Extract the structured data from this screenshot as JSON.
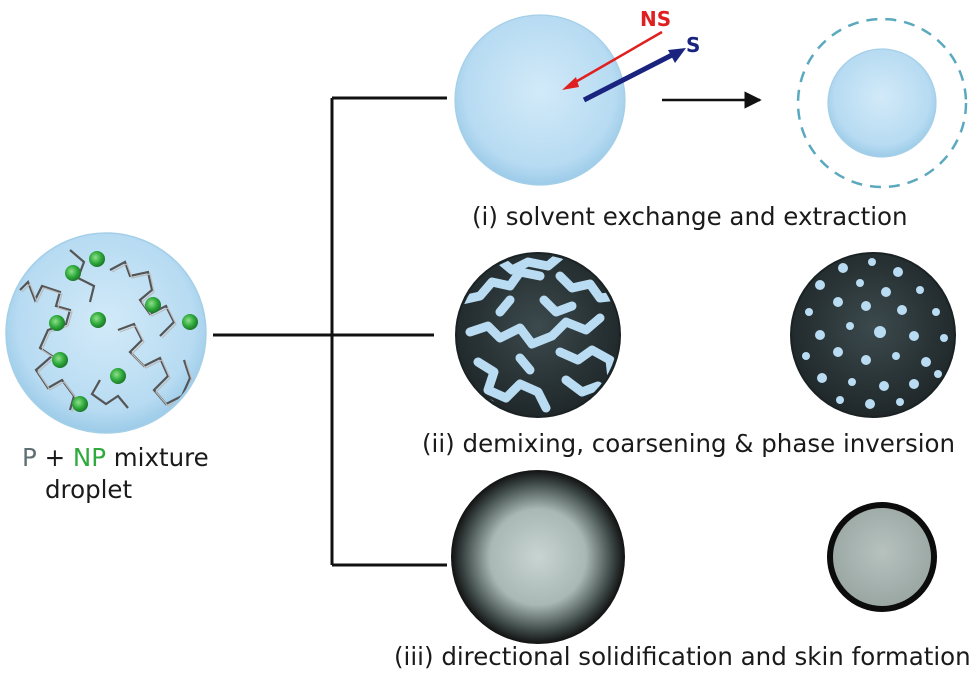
{
  "labels": {
    "start_p": "P",
    "start_plus": " + ",
    "start_np": "NP",
    "start_mixture": " mixture",
    "start_droplet": "droplet",
    "ns": "NS",
    "s": "S"
  },
  "captions": {
    "path1": "(i) solvent exchange and extraction",
    "path2": "(ii) demixing, coarsening & phase inversion",
    "path3": "(iii) directional solidification and skin formation"
  },
  "colors": {
    "droplet_fill": "#b9dcf2",
    "droplet_edge": "#8fbfdf",
    "np_green": "#2faa3c",
    "ns_red": "#e02020",
    "s_navy": "#1a237e",
    "matrix_dark": "#2e3a3d",
    "dashed_halo": "#5aa9bf",
    "p_grey": "#5f6f73"
  }
}
